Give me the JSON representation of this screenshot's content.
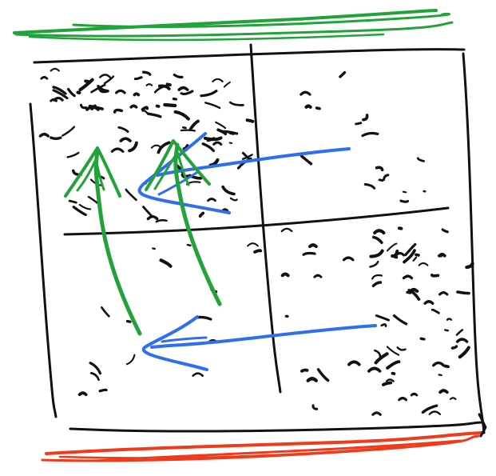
{
  "diagram": {
    "background_color": "#ffffff",
    "ink_color": "#111111",
    "colors": {
      "top_bar": "#22a33a",
      "bottom_bar": "#f03a1c",
      "green_arrows": "#22a33a",
      "blue_arrows": "#2f6ef0"
    },
    "grid": {
      "rows": 2,
      "columns": 2
    },
    "quadrants": [
      {
        "position": "top-left",
        "density": "very dense"
      },
      {
        "position": "top-right",
        "density": "sparse"
      },
      {
        "position": "bottom-left",
        "density": "sparse"
      },
      {
        "position": "bottom-right",
        "density": "dense"
      }
    ],
    "arrows": [
      {
        "color": "green",
        "from": "bottom-left",
        "to": "top-left",
        "direction": "up"
      },
      {
        "color": "green",
        "from": "bottom-left",
        "to": "top-left",
        "direction": "up"
      },
      {
        "color": "blue",
        "from": "top-right",
        "to": "top-left",
        "direction": "left"
      },
      {
        "color": "blue",
        "from": "bottom-right",
        "to": "bottom-left",
        "direction": "left"
      }
    ]
  }
}
